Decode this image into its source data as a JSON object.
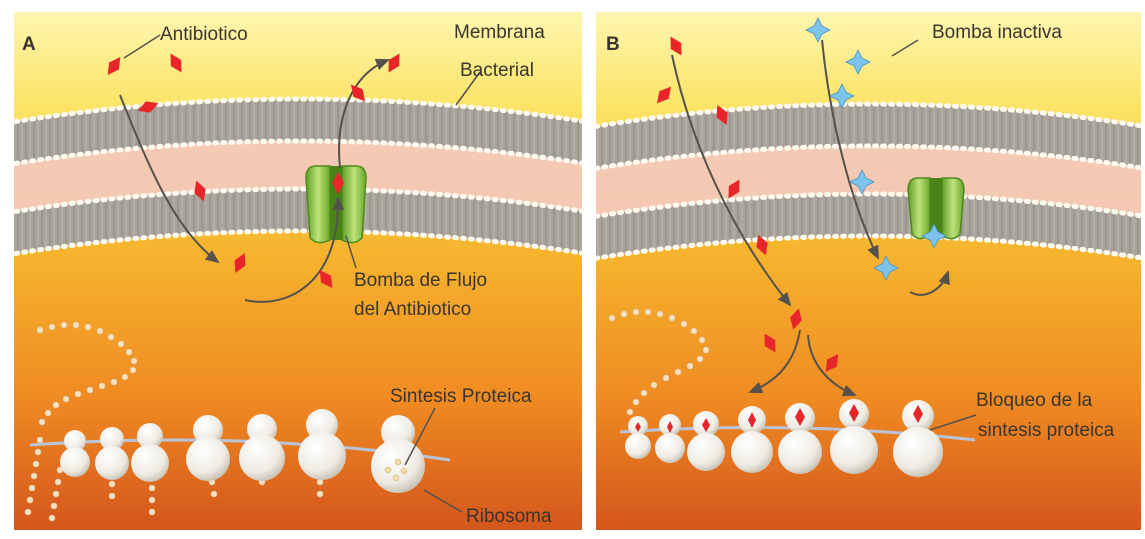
{
  "panels": [
    {
      "letter": "A",
      "labels": {
        "antibiotic": "Antibiotico",
        "membrane_line1": "Membrana",
        "membrane_line2": "Bacterial",
        "pump_line1": "Bomba de Flujo",
        "pump_line2": "del Antibiotico",
        "synthesis": "Sintesis Proteica",
        "ribosome": "Ribosoma"
      }
    },
    {
      "letter": "B",
      "labels": {
        "inactive_pump": "Bomba inactiva",
        "block_line1": "Bloqueo de la",
        "block_line2": "sintesis proteica"
      }
    }
  ],
  "colors": {
    "antibiotic": "#e8262a",
    "pump": "#8cc43c",
    "inhibitor": "#7cc4ec",
    "membrane": "#a8a39a",
    "ribosome": "#f2efe8"
  }
}
